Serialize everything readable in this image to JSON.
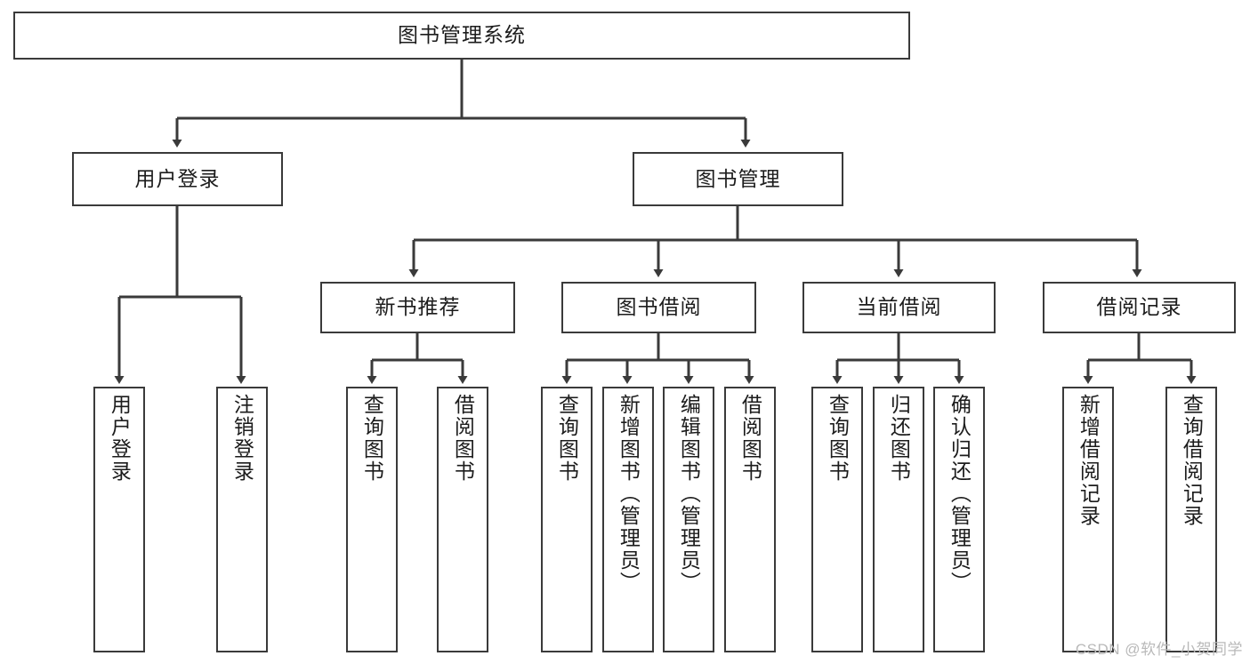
{
  "diagram": {
    "title": "图书管理系统",
    "type": "tree-hierarchy",
    "watermark": "CSDN @软件_小贺同学",
    "colors": {
      "stroke": "#3a3a3a",
      "fill": "#ffffff",
      "text": "#1c1c1c",
      "watermark": "#b9b9b9"
    },
    "root": {
      "label": "图书管理系统"
    },
    "level2": [
      {
        "label": "用户登录"
      },
      {
        "label": "图书管理"
      }
    ],
    "level3": [
      {
        "label": "新书推荐"
      },
      {
        "label": "图书借阅"
      },
      {
        "label": "当前借阅"
      },
      {
        "label": "借阅记录"
      }
    ],
    "leaves": {
      "user_login": [
        {
          "label": "用户登录"
        },
        {
          "label": "注销登录"
        }
      ],
      "new_book": [
        {
          "label": "查询图书"
        },
        {
          "label": "借阅图书"
        }
      ],
      "book_borrow": [
        {
          "label": "查询图书"
        },
        {
          "label": "新增图书（管理员）"
        },
        {
          "label": "编辑图书（管理员）"
        },
        {
          "label": "借阅图书"
        }
      ],
      "current_borrow": [
        {
          "label": "查询图书"
        },
        {
          "label": "归还图书"
        },
        {
          "label": "确认归还（管理员）"
        }
      ],
      "borrow_record": [
        {
          "label": "新增借阅记录"
        },
        {
          "label": "查询借阅记录"
        }
      ]
    }
  }
}
